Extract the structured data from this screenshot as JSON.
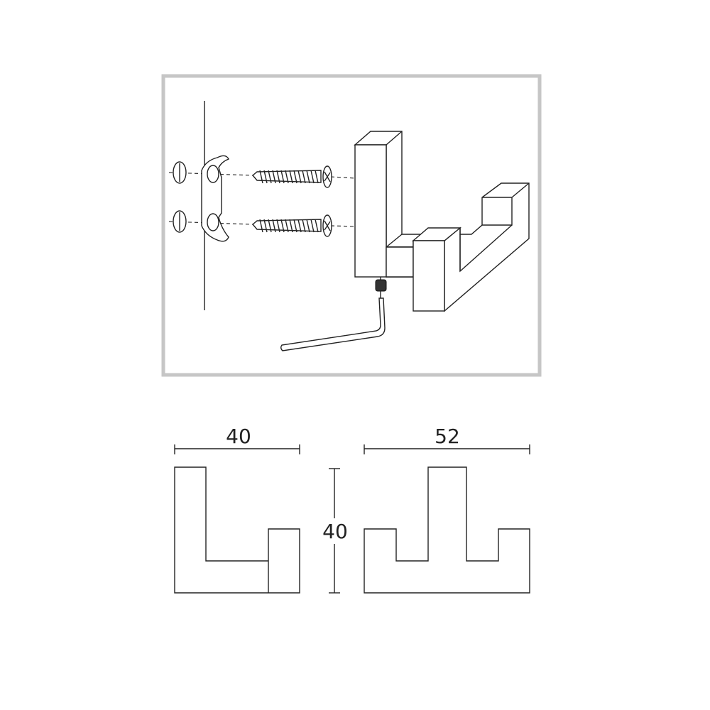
{
  "dimensions": {
    "side_width": "40",
    "front_width": "52",
    "height": "40"
  },
  "colors": {
    "frame": "#c6c6c6",
    "line": "#222222"
  }
}
